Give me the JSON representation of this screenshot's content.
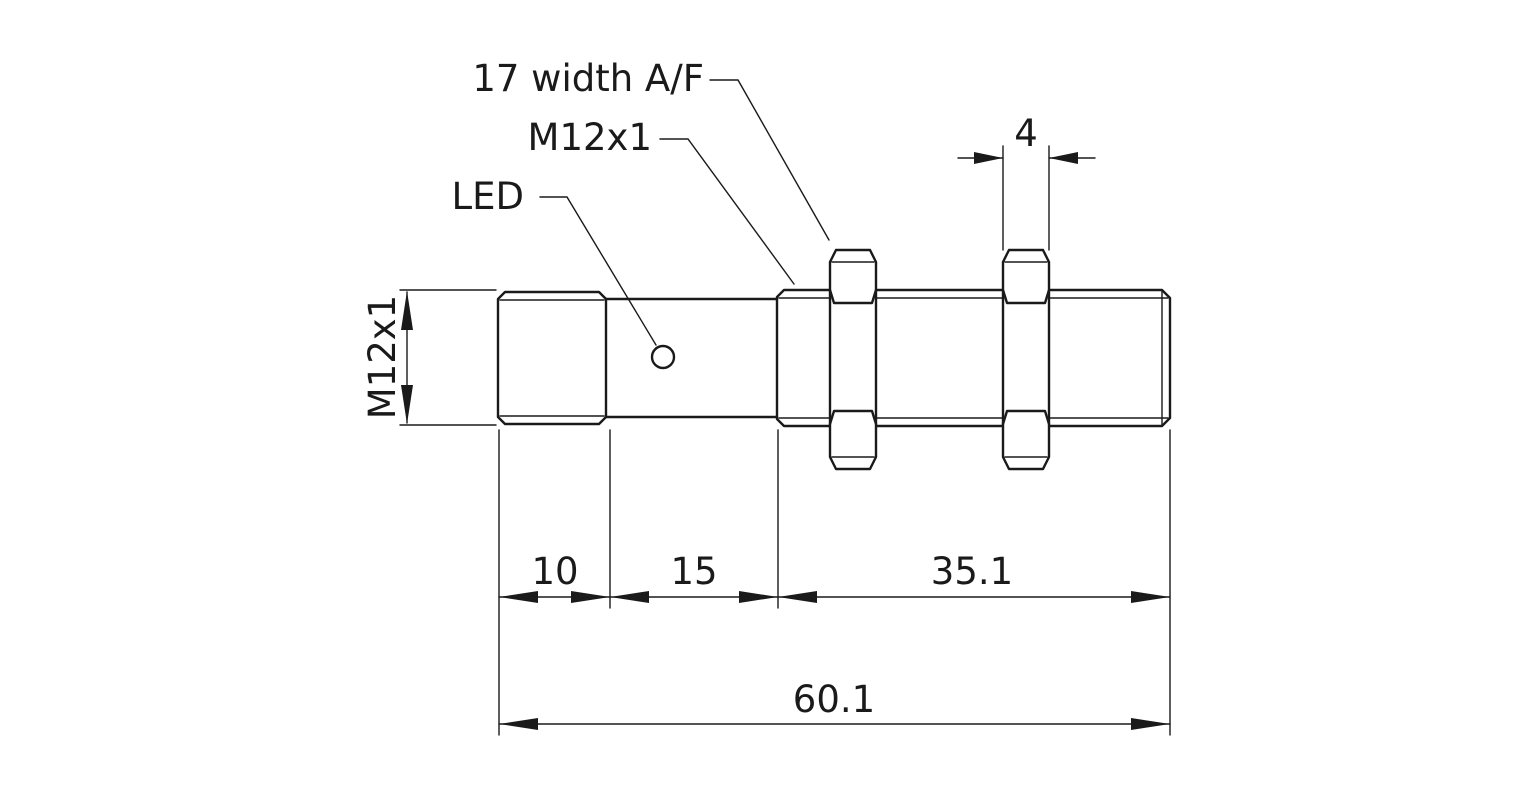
{
  "callouts": {
    "width_af": "17 width A/F",
    "thread": "M12x1",
    "led": "LED"
  },
  "dimensions": {
    "diameter": "M12x1",
    "nut_thickness": "4",
    "thread_front": "10",
    "led_section": "15",
    "thread_rear": "35.1",
    "overall_length": "60.1"
  },
  "colors": {
    "line": "#1a1a1a",
    "background": "#ffffff"
  }
}
